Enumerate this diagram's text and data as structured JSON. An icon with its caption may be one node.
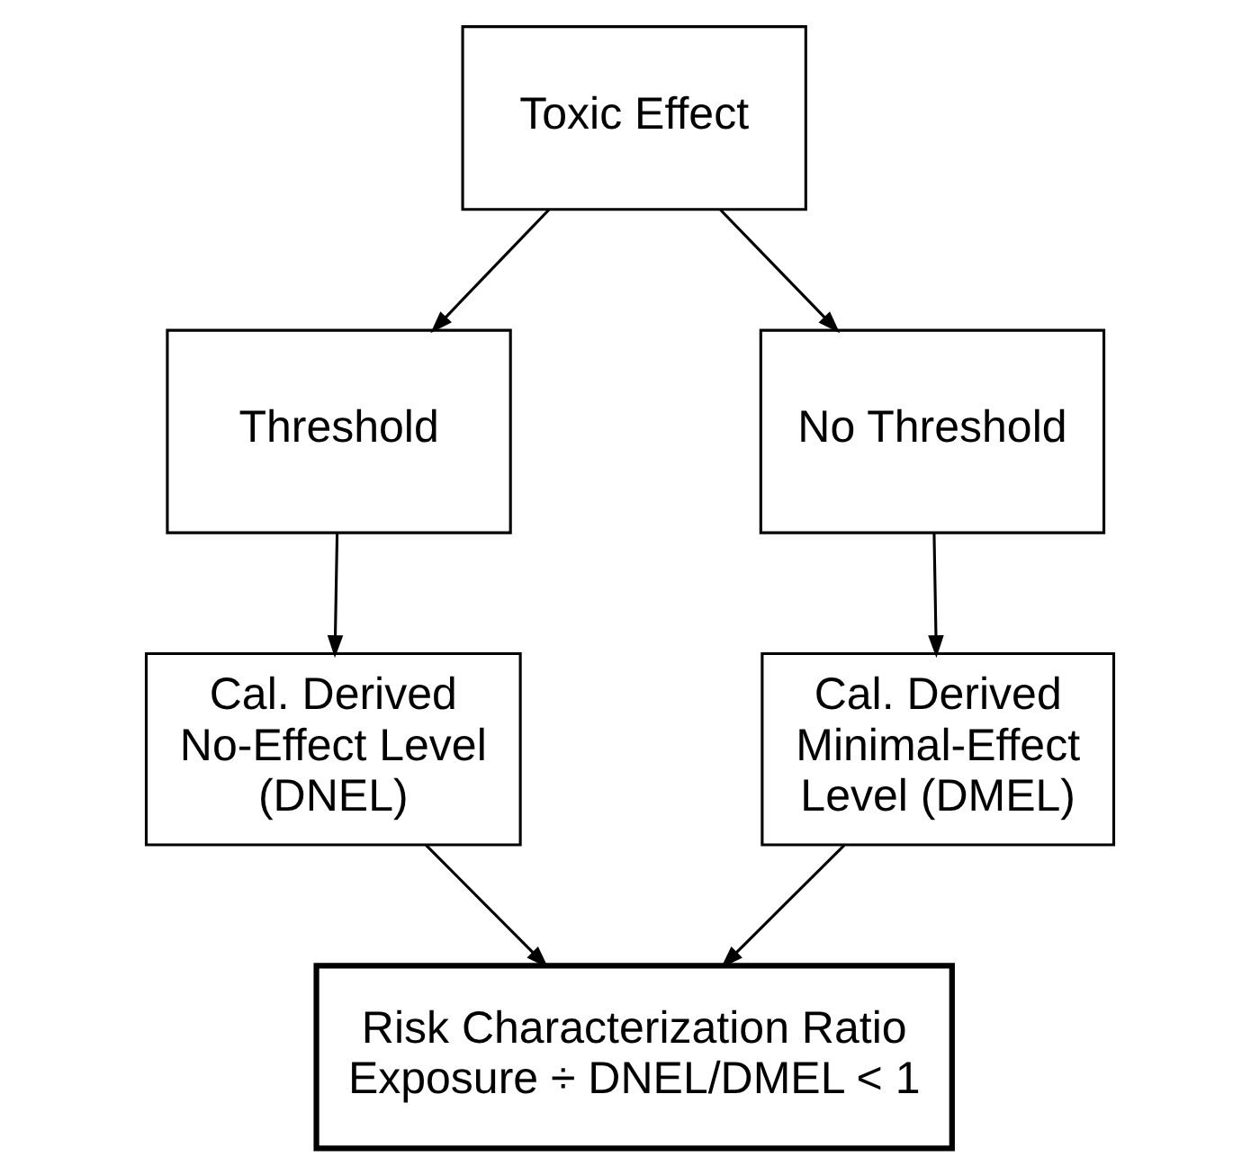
{
  "diagram": {
    "nodes": [
      {
        "text": [
          "Toxic Effect"
        ]
      },
      {
        "text": [
          "Threshold"
        ]
      },
      {
        "text": [
          "No Threshold"
        ]
      },
      {
        "text": [
          "Cal. Derived No-Effect Level (DNEL)"
        ]
      },
      {
        "text": [
          "Cal. Derived Minimal-Effect Level (DMEL)"
        ]
      },
      {
        "text": [
          "Risk Characterization Ratio",
          "Exposure ÷ DNEL/DMEL < 1"
        ]
      }
    ],
    "edges": [
      {
        "from": 0,
        "to": 1,
        "arrow": "to"
      },
      {
        "from": 0,
        "to": 2,
        "arrow": "to"
      },
      {
        "from": 1,
        "to": 3,
        "arrow": "to"
      },
      {
        "from": 2,
        "to": 4,
        "arrow": "to"
      },
      {
        "from": 3,
        "to": 5,
        "arrow": "to"
      },
      {
        "from": 4,
        "to": 5,
        "arrow": "to"
      }
    ]
  }
}
